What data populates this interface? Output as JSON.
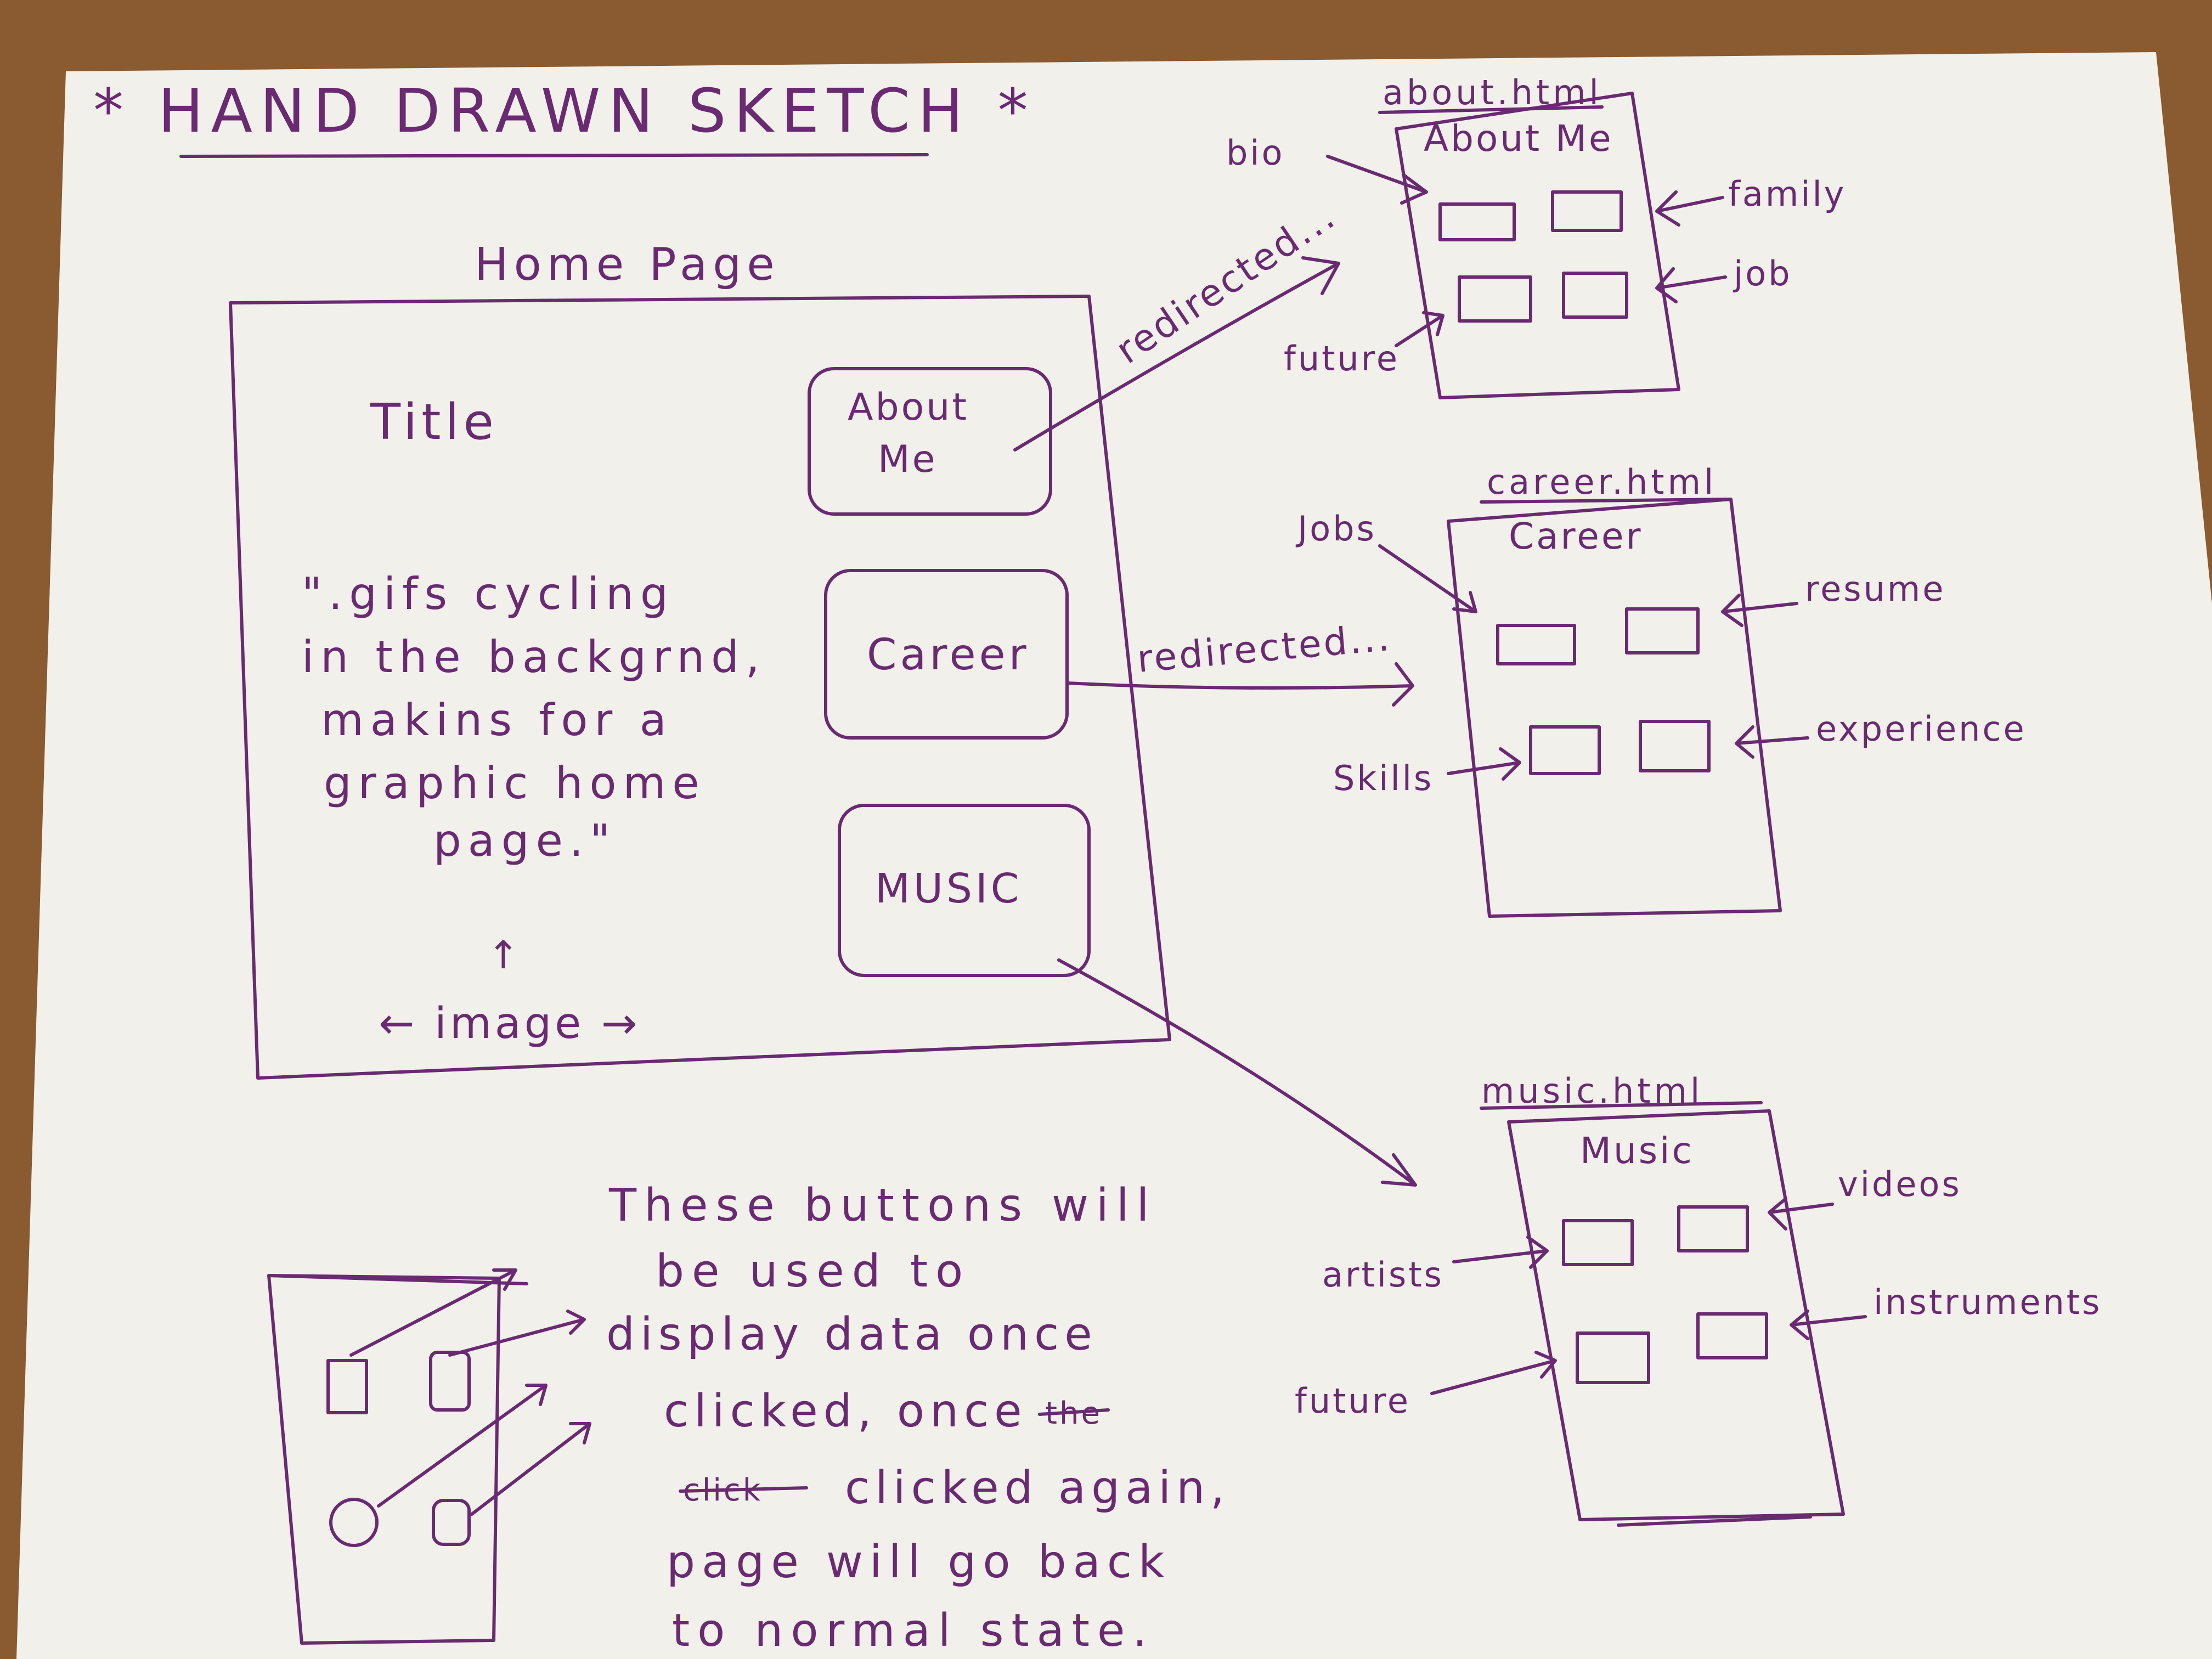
{
  "sheet_title": "* HAND DRAWN SKETCH *",
  "home": {
    "label": "Home Page",
    "title": "Title",
    "quote_lines": [
      "\".gifs cycling",
      "in the backgrnd,",
      "makins for a",
      "graphic home",
      "page.\""
    ],
    "image_up_arrow": "↑",
    "image_label": "← image →",
    "buttons": [
      {
        "lines": [
          "About",
          "Me"
        ]
      },
      {
        "lines": [
          "Career"
        ]
      },
      {
        "lines": [
          "MUSIC"
        ]
      }
    ]
  },
  "redirect_labels": [
    "redirected...",
    "redirected..."
  ],
  "about_page": {
    "file": "about.html",
    "heading": "About Me",
    "labels": {
      "top_left": "bio",
      "top_right": "family",
      "bottom_left": "future",
      "bottom_right": "job"
    }
  },
  "career_page": {
    "file": "career.html",
    "heading": "Career",
    "labels": {
      "top_left": "Jobs",
      "top_right": "resume",
      "bottom_left": "Skills",
      "bottom_right": "experience"
    }
  },
  "music_page": {
    "file": "music.html",
    "heading": "Music",
    "labels": {
      "top_left": "artists",
      "top_right": "videos",
      "bottom_left": "future",
      "bottom_right": "instruments"
    }
  },
  "note_lines": [
    "These buttons will",
    "be used to",
    "display data once",
    "clicked, once",
    "clicked again,",
    "page will go back",
    "to normal state."
  ],
  "note_strikethrough": [
    "the",
    "click"
  ],
  "colors": {
    "ink": "#6a2a72",
    "paper": "#f1f0ea",
    "table": "#8a5a30"
  }
}
